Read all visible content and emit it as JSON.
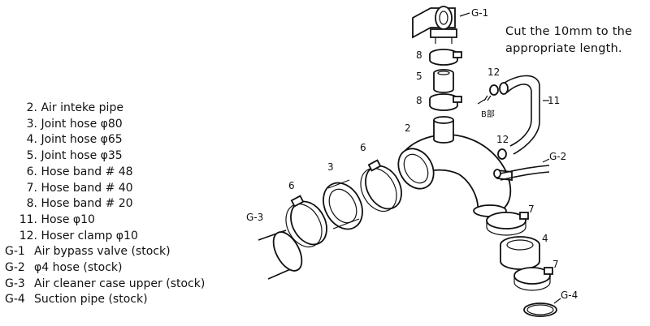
{
  "legend": [
    {
      "num": "2.",
      "desc": "Air inteke pipe"
    },
    {
      "num": "3.",
      "desc": "Joint hose  φ80"
    },
    {
      "num": "4.",
      "desc": "Joint hose  φ65"
    },
    {
      "num": "5.",
      "desc": "Joint hose  φ35"
    },
    {
      "num": "6.",
      "desc": "Hose band  # 48"
    },
    {
      "num": "7.",
      "desc": "Hose band  # 40"
    },
    {
      "num": "8.",
      "desc": "Hose band  # 20"
    },
    {
      "num": "11.",
      "desc": "Hose  φ10"
    },
    {
      "num": "12.",
      "desc": "Hoser clamp  φ10"
    },
    {
      "num": "G-1",
      "desc": "Air bypass valve (stock)"
    },
    {
      "num": "G-2",
      "desc": "φ4  hose (stock)"
    },
    {
      "num": "G-3",
      "desc": "Air cleaner case upper (stock)"
    },
    {
      "num": "G-4",
      "desc": "Suction pipe (stock)"
    }
  ],
  "note": {
    "line1": "Cut the 10mm to the",
    "line2": "appropriate length."
  },
  "callouts": {
    "g1": "G-1",
    "g2": "G-2",
    "g3": "G-3",
    "g4": "G-4",
    "c2": "2",
    "c3": "3",
    "c4": "4",
    "c5": "5",
    "c6a": "6",
    "c6b": "6",
    "c7a": "7",
    "c7b": "7",
    "c8a": "8",
    "c8b": "8",
    "c11": "11",
    "c12a": "12",
    "c12b": "12",
    "detail_b": "B部"
  }
}
